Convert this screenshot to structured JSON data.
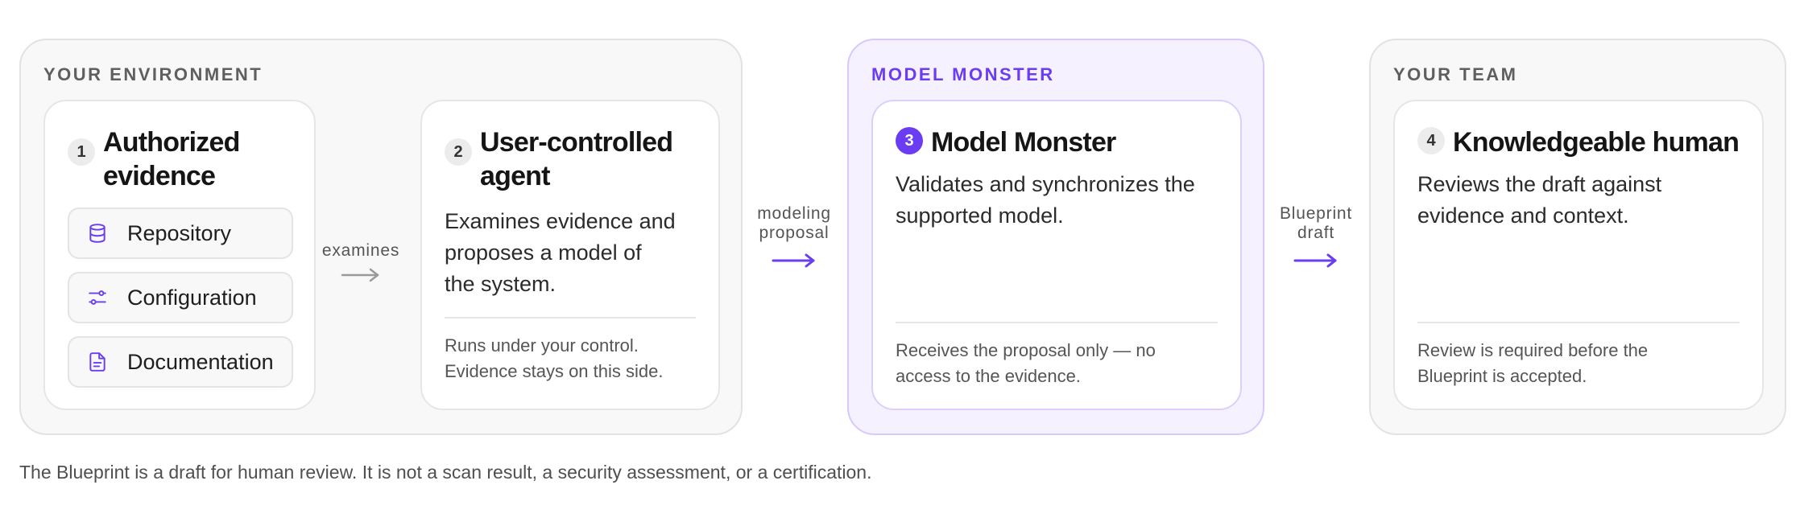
{
  "groups": {
    "environment": {
      "label": "YOUR ENVIRONMENT"
    },
    "model_monster": {
      "label": "MODEL MONSTER"
    },
    "team": {
      "label": "YOUR TEAM"
    }
  },
  "cards": {
    "evidence": {
      "number": "1",
      "title_line1": "Authorized",
      "title_line2": "evidence",
      "items": [
        {
          "label": "Repository",
          "icon": "database-icon"
        },
        {
          "label": "Configuration",
          "icon": "sliders-icon"
        },
        {
          "label": "Documentation",
          "icon": "document-icon"
        }
      ]
    },
    "agent": {
      "number": "2",
      "title_line1": "User-controlled",
      "title_line2": "agent",
      "desc_line1": "Examines evidence and",
      "desc_line2": "proposes a model of",
      "desc_line3": "the system.",
      "foot_line1": "Runs under your control.",
      "foot_line2": "Evidence stays on this side."
    },
    "monster": {
      "number": "3",
      "title": "Model Monster",
      "desc_line1": "Validates and synchronizes the",
      "desc_line2": "supported model.",
      "foot_line1": "Receives the proposal only — no",
      "foot_line2": "access to the evidence."
    },
    "human": {
      "number": "4",
      "title": "Knowledgeable human",
      "desc_line1": "Reviews the draft against",
      "desc_line2": "evidence and context.",
      "foot_line1": "Review is required before the",
      "foot_line2": "Blueprint is accepted."
    }
  },
  "connectors": {
    "examines": {
      "line1": "examines"
    },
    "proposal": {
      "line1": "modeling",
      "line2": "proposal"
    },
    "draft": {
      "line1": "Blueprint",
      "line2": "draft"
    }
  },
  "footnote": "The Blueprint is a draft for human review. It is not a scan result, a security assessment, or a certification.",
  "colors": {
    "accent": "#6a3cf2",
    "neutral_arrow": "#9a9a9a",
    "group_bg": "#f8f8f8",
    "accent_group_bg": "#f5f1ff"
  }
}
